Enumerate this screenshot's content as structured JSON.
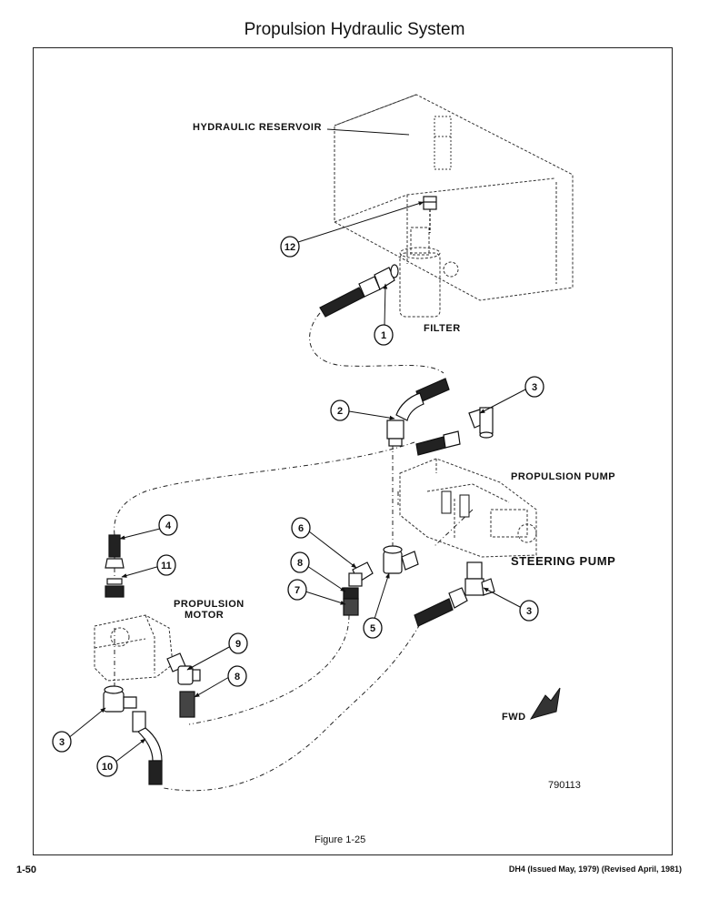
{
  "page": {
    "title": "Propulsion Hydraulic System",
    "page_number": "1-50",
    "document_info": "DH4 (Issued May, 1979) (Revised April, 1981)"
  },
  "figure": {
    "caption": "Figure 1-25",
    "drawing_number": "790113",
    "labels": {
      "reservoir": "HYDRAULIC RESERVOIR",
      "filter": "FILTER",
      "propulsion_pump": "PROPULSION PUMP",
      "steering_pump": "STEERING PUMP",
      "propulsion_motor_line1": "PROPULSION",
      "propulsion_motor_line2": "MOTOR",
      "fwd": "FWD"
    },
    "callouts": {
      "c1": "1",
      "c2": "2",
      "c3a": "3",
      "c3b": "3",
      "c3c": "3",
      "c4": "4",
      "c5": "5",
      "c6": "6",
      "c7": "7",
      "c8a": "8",
      "c8b": "8",
      "c9": "9",
      "c10": "10",
      "c11": "11",
      "c12": "12"
    }
  }
}
